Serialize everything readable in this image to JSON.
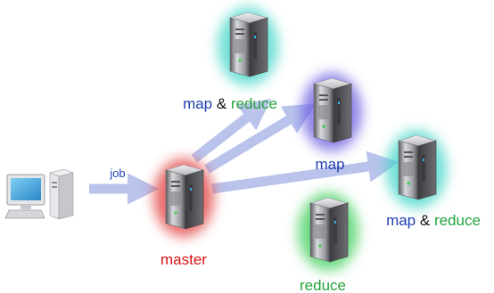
{
  "nodes": {
    "client": {
      "icon": "desktop-computer-icon"
    },
    "master": {
      "icon": "server-tower-icon",
      "glow": "#e23a3a",
      "label": [
        {
          "text": "master",
          "color": "#d81414"
        }
      ]
    },
    "worker_top": {
      "icon": "server-tower-icon",
      "glow": "#3fd6c8",
      "label": [
        {
          "text": "map",
          "color": "#1f3fae"
        },
        {
          "text": " & ",
          "color": "#111111"
        },
        {
          "text": "reduce",
          "color": "#23a23a"
        }
      ]
    },
    "worker_map": {
      "icon": "server-tower-icon",
      "glow": "#6a5be0",
      "label": [
        {
          "text": "map",
          "color": "#1f3fae"
        }
      ]
    },
    "worker_right": {
      "icon": "server-tower-icon",
      "glow": "#3fd6c8",
      "label": [
        {
          "text": "map",
          "color": "#1f3fae"
        },
        {
          "text": " & ",
          "color": "#111111"
        },
        {
          "text": "reduce",
          "color": "#23a23a"
        }
      ]
    },
    "worker_reduce": {
      "icon": "server-tower-icon",
      "glow": "#3ccf5a",
      "label": [
        {
          "text": "reduce",
          "color": "#23a23a"
        }
      ]
    }
  },
  "edges": {
    "job": {
      "label": "job"
    }
  },
  "colors": {
    "arrow": "#b9c3ec"
  }
}
